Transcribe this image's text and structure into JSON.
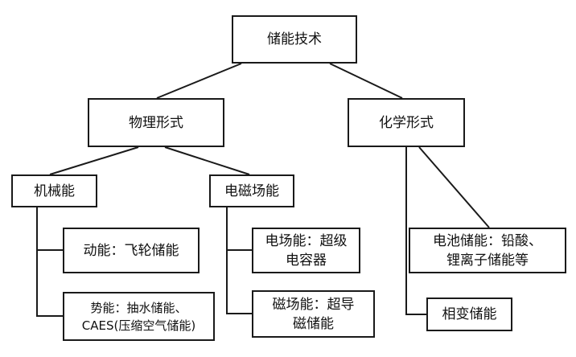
{
  "diagram": {
    "root": "储能技术",
    "physical": "物理形式",
    "chemical": "化学形式",
    "mechanical": "机械能",
    "electromagnetic": "电磁场能",
    "kinetic": "动能：飞轮储能",
    "potential_line1": "势能：抽水储能、",
    "potential_line2": "CAES(压缩空气储能)",
    "electric_field_line1": "电场能：超级",
    "electric_field_line2": "电容器",
    "magnetic_field_line1": "磁场能：超导",
    "magnetic_field_line2": "磁储能",
    "battery_line1": "电池储能：铅酸、",
    "battery_line2": "锂离子储能等",
    "phase_change": "相变储能"
  }
}
